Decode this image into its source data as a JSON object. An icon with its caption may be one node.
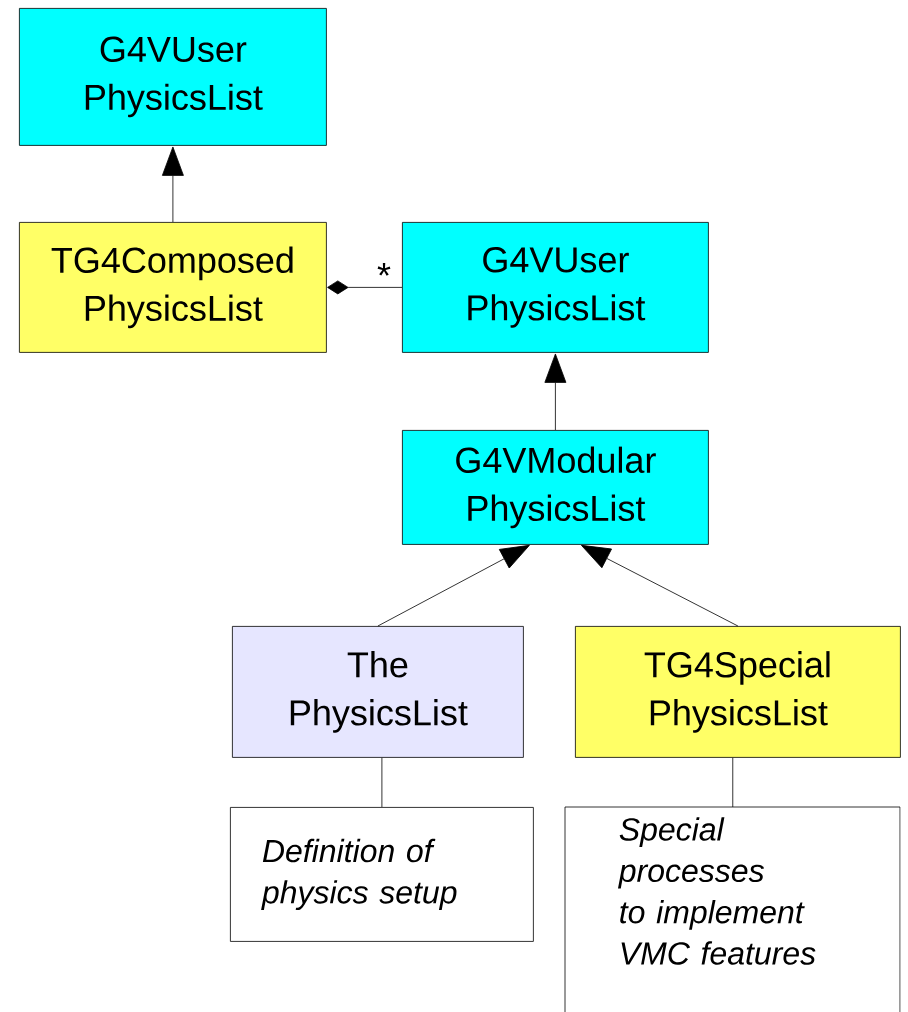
{
  "diagram": {
    "nodes": [
      {
        "text": [
          "G4VUser PhysicsList"
        ]
      },
      {
        "text": [
          "TG4Composed PhysicsList"
        ]
      },
      {
        "text": [
          "G4VUser PhysicsList"
        ]
      },
      {
        "text": [
          "G4VModular PhysicsList"
        ]
      },
      {
        "text": [
          "The PhysicsList"
        ]
      },
      {
        "text": [
          "TG4Special PhysicsList"
        ]
      },
      {
        "text": [
          "Definition of physics setup"
        ]
      },
      {
        "text": [
          "Special processes to implement VMC features"
        ]
      }
    ],
    "edges": [
      {
        "from": 1,
        "to": 0,
        "arrow": "to"
      },
      {
        "from": 1,
        "to": 2,
        "arrow": "other",
        "label": "*"
      },
      {
        "from": 3,
        "to": 2,
        "arrow": "to"
      },
      {
        "from": 4,
        "to": 3,
        "arrow": "to"
      },
      {
        "from": 5,
        "to": 3,
        "arrow": "to"
      },
      {
        "from": 4,
        "to": 6,
        "arrow": "none"
      },
      {
        "from": 5,
        "to": 7,
        "arrow": "none"
      }
    ]
  }
}
